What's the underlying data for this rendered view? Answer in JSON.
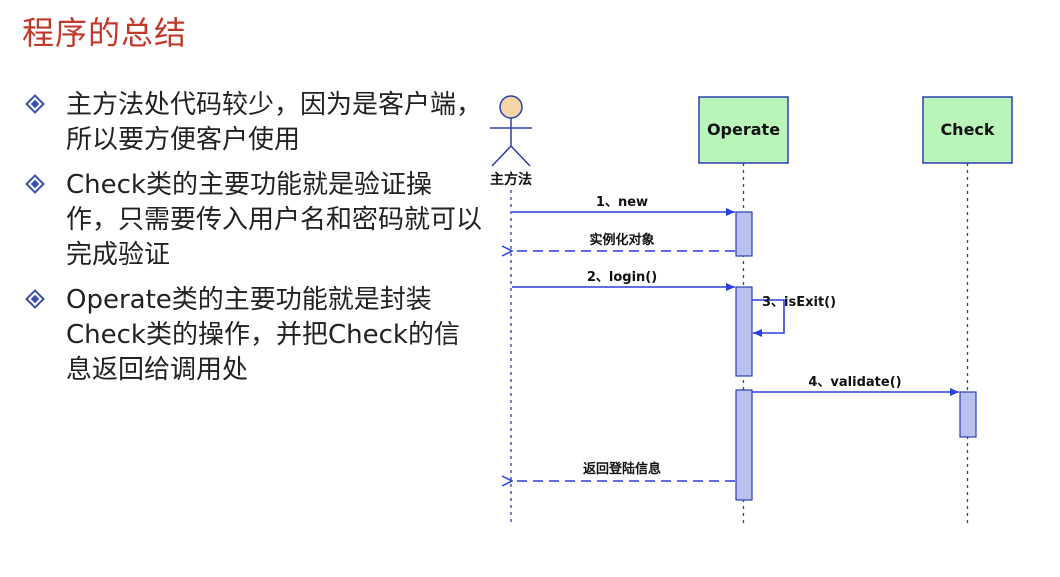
{
  "slide": {
    "title": "程序的总结",
    "bullets": [
      "主方法处代码较少，因为是客户端，所以要方便客户使用",
      "Check类的主要功能就是验证操作，只需要传入用户名和密码就可以完成验证",
      "Operate类的主要功能就是封装Check类的操作，并把Check的信息返回给调用处"
    ]
  },
  "diagram": {
    "actor_label": "主方法",
    "participants": [
      "Operate",
      "Check"
    ],
    "messages": [
      "1、new",
      "实例化对象",
      "2、login()",
      "3、isExit()",
      "4、validate()",
      "返回登陆信息"
    ]
  },
  "colors": {
    "title": "#c0392b",
    "bullet": "#3a4fa8",
    "box_fill": "#b9f5b9",
    "box_border": "#2a3fae",
    "activation_fill": "#b9c0ee",
    "arrow": "#2a3fdc",
    "actor_head": "#f6d6a8"
  }
}
